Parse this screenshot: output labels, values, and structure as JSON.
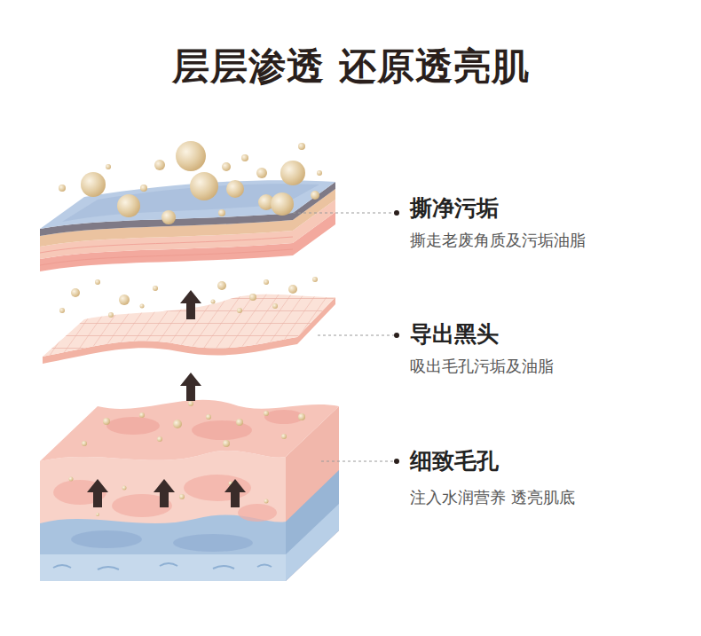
{
  "diagram": {
    "title": "层层渗透 还原透亮肌",
    "labels": [
      "撕净污垢",
      "撕走老废角质及污垢油脂",
      "导出黑头",
      "吸出毛孔污垢及油脂",
      "细致毛孔",
      "注入水润营养 透亮肌底"
    ]
  }
}
